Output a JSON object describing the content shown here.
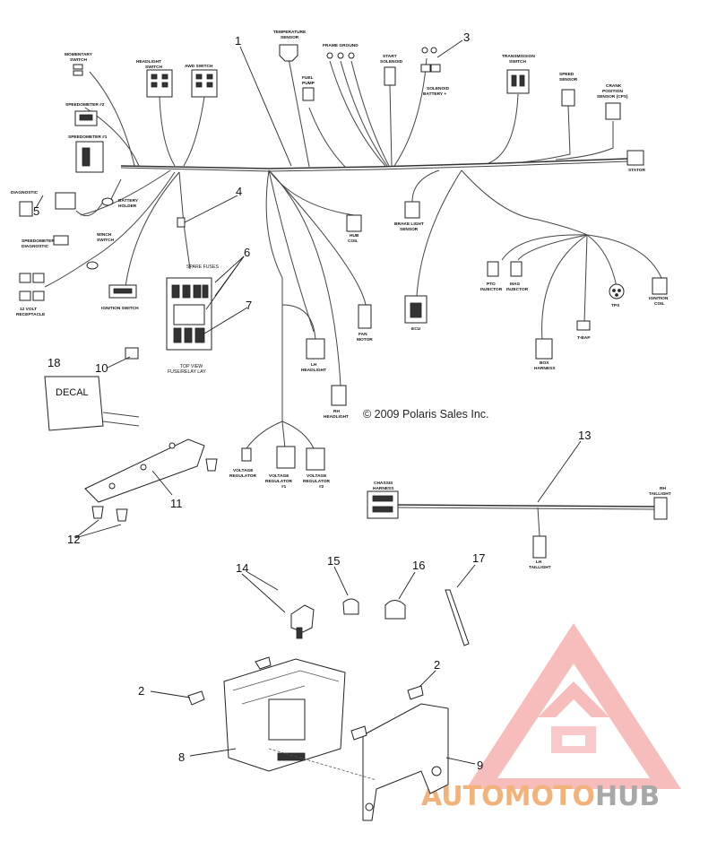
{
  "callouts": [
    "1",
    "2",
    "3",
    "4",
    "5",
    "6",
    "7",
    "8",
    "9",
    "10",
    "11",
    "12",
    "13",
    "14",
    "15",
    "16",
    "17",
    "18"
  ],
  "labels": {
    "momentary_switch": [
      "MOMENTARY",
      "SWITCH"
    ],
    "headlight_switch": [
      "HEADLIGHT",
      "SWITCH"
    ],
    "awd_switch": "AWD SWITCH",
    "temperature_sensor": [
      "TEMPERATURE",
      "SENSOR"
    ],
    "frame_ground": "FRAME GROUND",
    "fuel_pump": [
      "FUEL",
      "PUMP"
    ],
    "start_solenoid": [
      "START",
      "SOLENOID"
    ],
    "solenoid_battery": [
      "SOLENOID",
      "BATTERY +"
    ],
    "transmission_switch": [
      "TRANSMISSION",
      "SWITCH"
    ],
    "speed_sensor": [
      "SPEED",
      "SENSOR"
    ],
    "crank_position_sensor": [
      "CRANK",
      "POSITION",
      "SENSOR (CPS)"
    ],
    "speedometer_2": "SPEEDOMETER #2",
    "speedometer_1": "SPEEDOMETER #1",
    "stator": "STATOR",
    "diagnostic": "DIAGNOSTIC",
    "battery_holder": [
      "BATTERY",
      "HOLDER"
    ],
    "speedometer_diagnostic": [
      "SPEEDOMETER",
      "DIAGNOSTIC"
    ],
    "winch_switch": [
      "WINCH",
      "SWITCH"
    ],
    "volt_receptacle": [
      "12 VOLT",
      "RECEPTACLE"
    ],
    "ignition_switch": "IGNITION SWITCH",
    "spare_fuses": "SPARE FUSES",
    "top_view": [
      "TOP VIEW",
      "FUSE/RELAY LAY"
    ],
    "hub_coil": [
      "HUB",
      "COIL"
    ],
    "brake_light_sensor": [
      "BRAKE LIGHT",
      "SENSOR"
    ],
    "pto_injector": [
      "PTO",
      "INJECTOR"
    ],
    "mag_injector": [
      "MAG",
      "INJECTOR"
    ],
    "tps": "TPS",
    "ignition_coil": [
      "IGNITION",
      "COIL"
    ],
    "t_bap": "T-BAP",
    "box_harness": [
      "BOX",
      "HARNESS"
    ],
    "ecu": "ECU",
    "fan_motor": [
      "FAN",
      "MOTOR"
    ],
    "lh_headlight": [
      "LH",
      "HEADLIGHT"
    ],
    "rh_headlight": [
      "RH",
      "HEADLIGHT"
    ],
    "voltage_regulator": [
      "VOLTAGE",
      "REGULATOR"
    ],
    "voltage_regulator_1": [
      "VOLTAGE",
      "REGULATOR",
      "#1"
    ],
    "voltage_regulator_2": [
      "VOLTAGE",
      "REGULATOR",
      "#2"
    ],
    "chassis_harness": [
      "CHASSIS",
      "HARNESS"
    ],
    "rh_taillight": [
      "RH",
      "TAILLIGHT"
    ],
    "lh_taillight": [
      "LH",
      "TAILLIGHT"
    ],
    "decal": "DECAL"
  },
  "copyright": "© 2009 Polaris Sales Inc.",
  "watermark": {
    "part1": "AUTO",
    "part2": "MOTO",
    "part3": "HUB"
  },
  "colors": {
    "watermark_triangle": "#f4a3a3",
    "watermark_auto": "#f2b27a",
    "watermark_hub": "#a8a8a8",
    "line": "#333333"
  }
}
